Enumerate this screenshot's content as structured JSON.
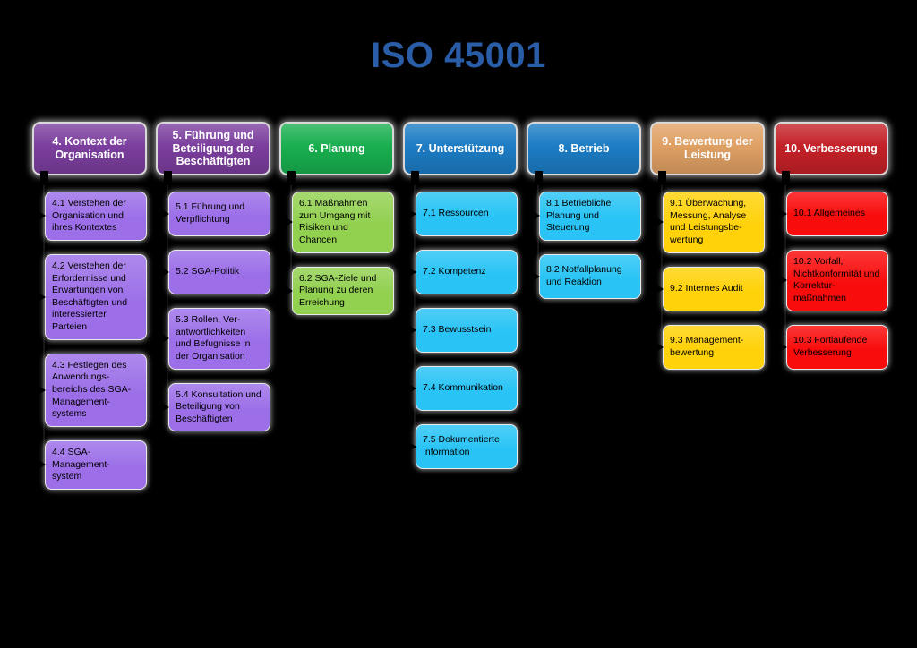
{
  "background_color": "#000000",
  "title": {
    "text": "ISO 45001",
    "color": "#2A5DA8"
  },
  "columns": [
    {
      "number": "4",
      "header": "4. Kontext der Organisation",
      "header_color": "#7B3E9D",
      "item_color": "#9C6FE8",
      "items": [
        "4.1 Verstehen der Organisation und ihres Kontextes",
        "4.2 Verstehen der Erfordernisse und Erwartungen von Beschäftigten und interessierter Parteien",
        "4.3 Festlegen des Anwendungs-bereichs des SGA-Management-systems",
        "4.4 SGA-Management-system"
      ]
    },
    {
      "number": "5",
      "header": "5. Führung und Beteiligung der Beschäftigten",
      "header_color": "#7B3E9D",
      "item_color": "#9C6FE8",
      "items": [
        "5.1 Führung und Verpflichtung",
        "5.2 SGA-Politik",
        "5.3 Rollen, Ver-antwortlichkeiten und Befugnisse in der Organisation",
        "5.4 Konsultation und Beteiligung von Beschäftigten"
      ]
    },
    {
      "number": "6",
      "header": "6. Planung",
      "header_color": "#18AF4F",
      "item_color": "#92D050",
      "items": [
        "6.1 Maßnahmen zum Umgang mit Risiken und Chancen",
        "6.2 SGA-Ziele und Planung zu deren Erreichung"
      ]
    },
    {
      "number": "7",
      "header": "7. Unterstützung",
      "header_color": "#1C7CC4",
      "item_color": "#29C4F5",
      "items": [
        "7.1 Ressourcen",
        "7.2 Kompetenz",
        "7.3 Bewusstsein",
        "7.4 Kommunikation",
        "7.5 Dokumentierte Information"
      ]
    },
    {
      "number": "8",
      "header": "8. Betrieb",
      "header_color": "#1C7CC4",
      "item_color": "#29C4F5",
      "items": [
        "8.1 Betriebliche Planung und Steuerung",
        "8.2 Notfallplanung und Reaktion"
      ]
    },
    {
      "number": "9",
      "header": "9. Bewertung der Leistung",
      "header_color": "#DFA064",
      "item_color": "#FFD20A",
      "items": [
        "9.1 Überwachung, Messung, Analyse und Leistungsbe-wertung",
        "9.2 Internes Audit",
        "9.3 Management-bewertung"
      ]
    },
    {
      "number": "10",
      "header": "10. Verbesserung",
      "header_color": "#C42127",
      "item_color": "#F90C0C",
      "items": [
        "10.1 Allgemeines",
        "10.2 Vorfall, Nichtkonformität und Korrektur-maßnahmen",
        "10.3 Fortlaufende Verbesserung"
      ]
    }
  ]
}
